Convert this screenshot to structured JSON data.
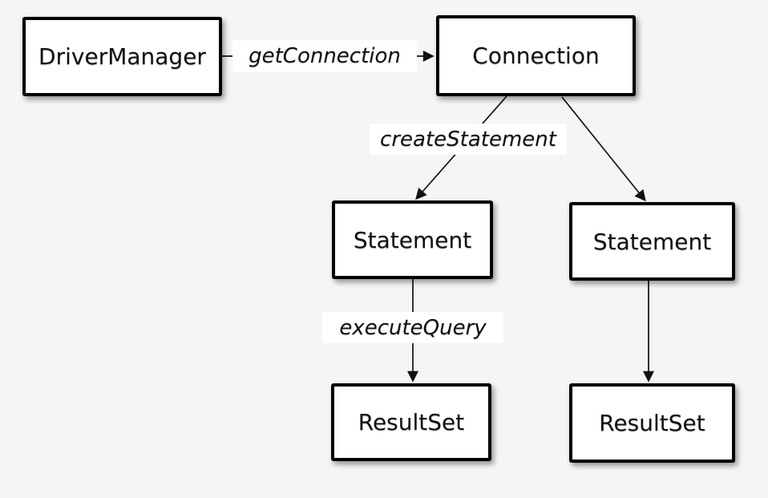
{
  "colors": {
    "background": "#f5f5f5",
    "node_fill": "#ffffff",
    "node_border": "#000000",
    "line": "#111111",
    "text": "#111111",
    "label_bg": "#ffffff"
  },
  "nodes": [
    {
      "id": "drivermanager",
      "label": "DriverManager"
    },
    {
      "id": "connection",
      "label": "Connection"
    },
    {
      "id": "statement-left",
      "label": "Statement"
    },
    {
      "id": "statement-right",
      "label": "Statement"
    },
    {
      "id": "resultset-left",
      "label": "ResultSet"
    },
    {
      "id": "resultset-right",
      "label": "ResultSet"
    }
  ],
  "edges": [
    {
      "from": "DriverManager",
      "to": "Connection",
      "label": "getConnection"
    },
    {
      "from": "Connection",
      "to": "Statement (left)",
      "label": "createStatement"
    },
    {
      "from": "Connection",
      "to": "Statement (right)",
      "label": ""
    },
    {
      "from": "Statement (left)",
      "to": "ResultSet (left)",
      "label": "executeQuery"
    },
    {
      "from": "Statement (right)",
      "to": "ResultSet (right)",
      "label": ""
    }
  ]
}
